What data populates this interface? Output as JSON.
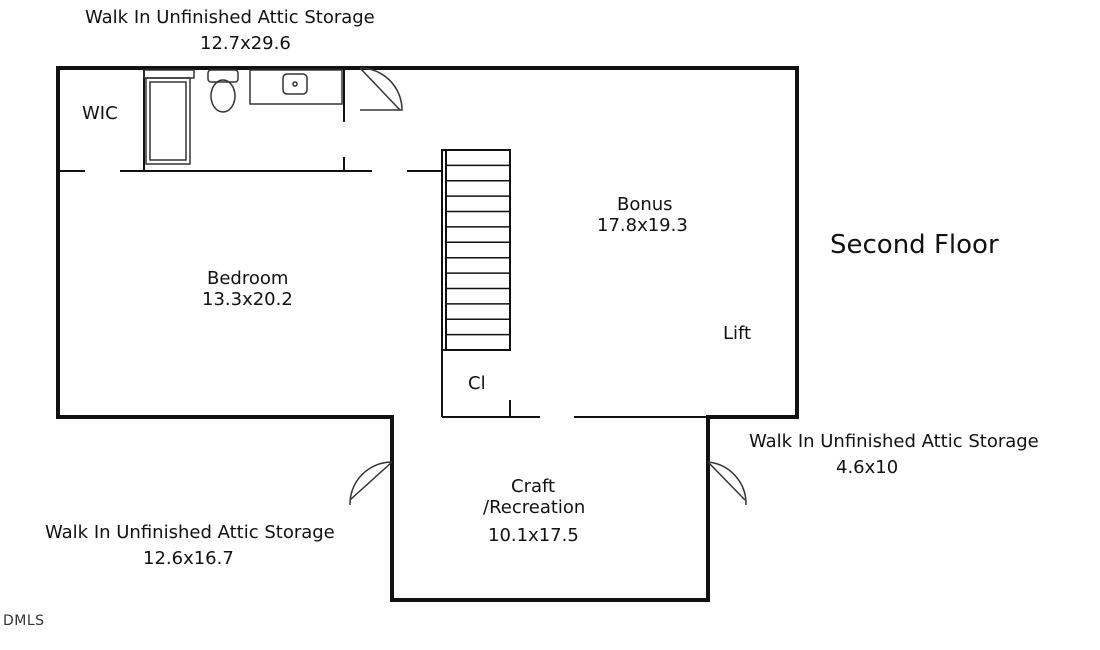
{
  "title": "Second Floor",
  "watermark": "DMLS",
  "rooms": {
    "attic_top": {
      "name": "Walk In Unfinished Attic Storage",
      "dims": "12.7x29.6"
    },
    "attic_right": {
      "name": "Walk In Unfinished Attic Storage",
      "dims": "4.6x10"
    },
    "attic_left": {
      "name": "Walk In Unfinished Attic Storage",
      "dims": "12.6x16.7"
    },
    "wic": {
      "name": "WIC"
    },
    "bonus": {
      "name": "Bonus",
      "dims": "17.8x19.3"
    },
    "bedroom": {
      "name": "Bedroom",
      "dims": "13.3x20.2"
    },
    "lift": {
      "name": "Lift"
    },
    "closet": {
      "name": "Cl"
    },
    "craft": {
      "name_line1": "Craft",
      "name_line2": "/Recreation",
      "dims": "10.1x17.5"
    }
  },
  "colors": {
    "wall": "#111111",
    "fixture": "#333333",
    "background": "#ffffff"
  }
}
